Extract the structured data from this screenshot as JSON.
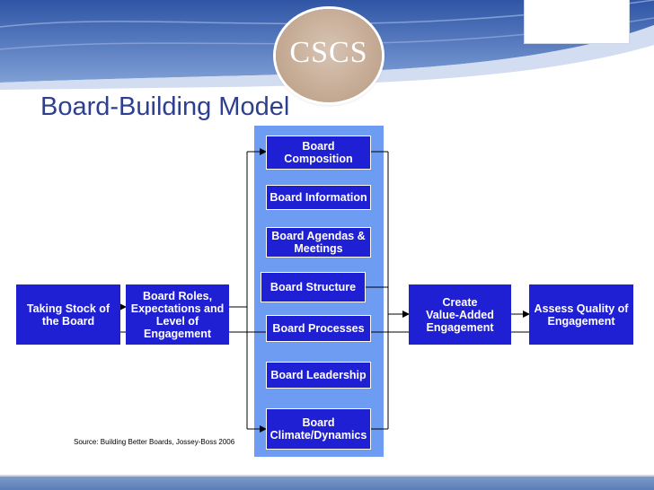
{
  "logo": {
    "text": "CSCS"
  },
  "title": "Board-Building Model",
  "nodes": {
    "taking_stock": "Taking Stock of\nthe Board",
    "board_roles": "Board Roles,\nExpectations  and\nLevel of\nEngagement",
    "composition": "Board\nComposition",
    "information": "Board Information",
    "agendas": "Board Agendas &\nMeetings",
    "structure": "Board Structure",
    "processes": "Board Processes",
    "leadership": "Board Leadership",
    "climate": "Board\nClimate/Dynamics",
    "create_value": "Create\nValue-Added\nEngagement",
    "assess_quality": "Assess Quality of\nEngagement"
  },
  "source": "Source:  Building Better Boards, Jossey-Boss 2006",
  "colors": {
    "node": "#1f1fd4",
    "panel": "#6f9cf3",
    "title": "#2f3f8f",
    "logo": "#c7ad97"
  }
}
